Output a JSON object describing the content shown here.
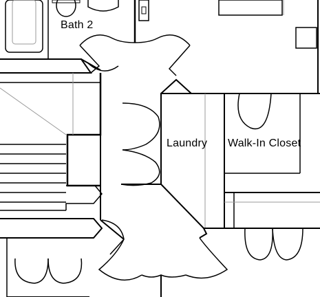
{
  "rooms": {
    "bath2": "Bath 2",
    "laundry": "Laundry",
    "walk_in_closet": "Walk-In Closet"
  },
  "colors": {
    "wall": "#000000",
    "fixture": "#999999",
    "background": "#ffffff"
  }
}
